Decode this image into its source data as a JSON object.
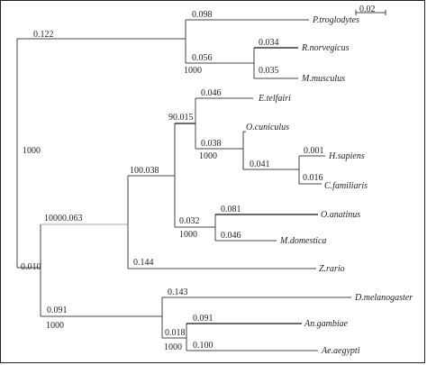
{
  "scale_bar": {
    "label": "0.02"
  },
  "taxa": {
    "p_troglodytes": "P.troglodytes",
    "r_norvegicus": "R.norvegicus",
    "m_musculus": "M.musculus",
    "e_telfairi": "E.telfairi",
    "o_cuniculus": "O.cuniculus",
    "h_sapiens": "H.sapiens",
    "c_familiaris": "C.familiaris",
    "o_anatinus": "O.anatinus",
    "m_domestica": "M.domestica",
    "z_rario": "Z.rario",
    "d_melanogaster": "D.melanogaster",
    "an_gambiae": "An.gambiae",
    "ae_aegypti": "Ae.aegypti"
  },
  "branch_lengths": {
    "b_0122": "0.122",
    "b_0098": "0.098",
    "b_0056": "0.056",
    "b_0034": "0.034",
    "b_0035": "0.035",
    "b_0010": "0.010",
    "b_10000063": "10000.063",
    "b_100038": "100.038",
    "b_90015": "90.015",
    "b_0046a": "0.046",
    "b_0038": "0.038",
    "b_0041": "0.041",
    "b_0001": "0.001",
    "b_0016": "0.016",
    "b_0032": "0.032",
    "b_0081": "0.081",
    "b_0046b": "0.046",
    "b_0144": "0.144",
    "b_0091a": "0.091",
    "b_0143": "0.143",
    "b_0018": "0.018",
    "b_0091b": "0.091",
    "b_0100": "0.100"
  },
  "bootstrap": {
    "root": "1000",
    "rodents": "1000",
    "cuniculus_clade": "1000",
    "marsupial_clade": "1000",
    "insects": "1000",
    "mosquitoes": "1000"
  }
}
